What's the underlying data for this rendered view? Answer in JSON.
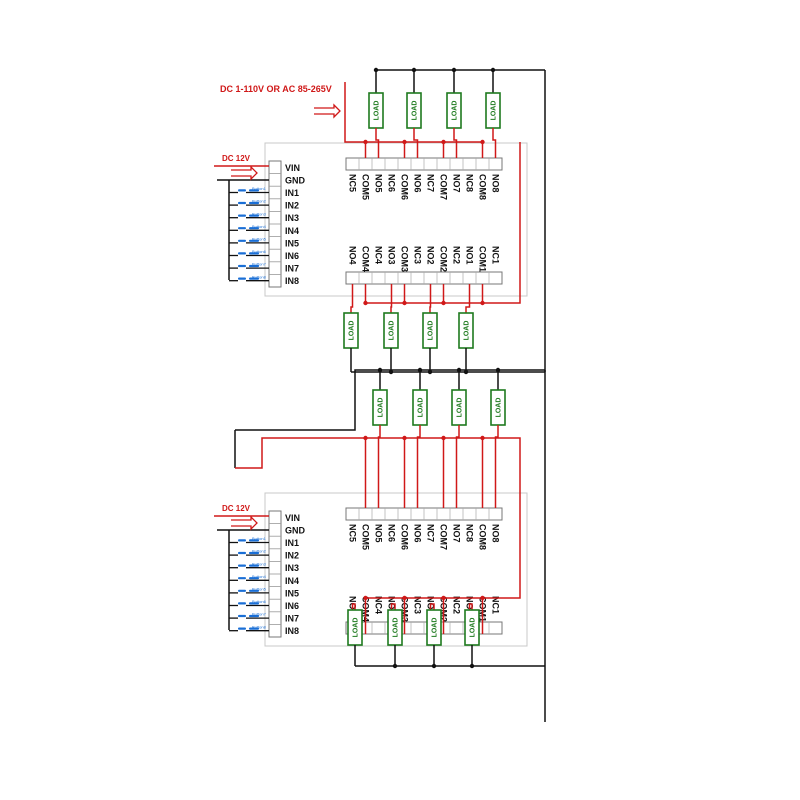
{
  "diagrams": [
    {
      "id": "top",
      "supply_label": "DC 1-110V OR AC 85-265V",
      "dc_label": "DC 12V"
    },
    {
      "id": "bottom",
      "dc_label": "DC 12V"
    }
  ],
  "side_terminals": [
    "VIN",
    "GND",
    "IN1",
    "IN2",
    "IN3",
    "IN4",
    "IN5",
    "IN6",
    "IN7",
    "IN8"
  ],
  "buttons": [
    "Button1",
    "Button2",
    "Button3",
    "Button4",
    "Button5",
    "Button6",
    "Button7",
    "Button8"
  ],
  "top_relay_terminals": [
    "NC5",
    "COM5",
    "NO5",
    "NC6",
    "COM6",
    "NO6",
    "NC7",
    "COM7",
    "NO7",
    "NC8",
    "COM8",
    "NO8"
  ],
  "bottom_relay_terminals": [
    "NO4",
    "COM4",
    "NC4",
    "NO3",
    "COM3",
    "NC3",
    "NO2",
    "COM2",
    "NC2",
    "NO1",
    "COM1",
    "NC1"
  ],
  "load_label": "LOAD",
  "colors": {
    "wire_red": "#d01818",
    "wire_black": "#111111",
    "load_green": "#1e7a1e",
    "button_blue": "#1a6fd6",
    "board_outline": "#c8c8c8"
  }
}
